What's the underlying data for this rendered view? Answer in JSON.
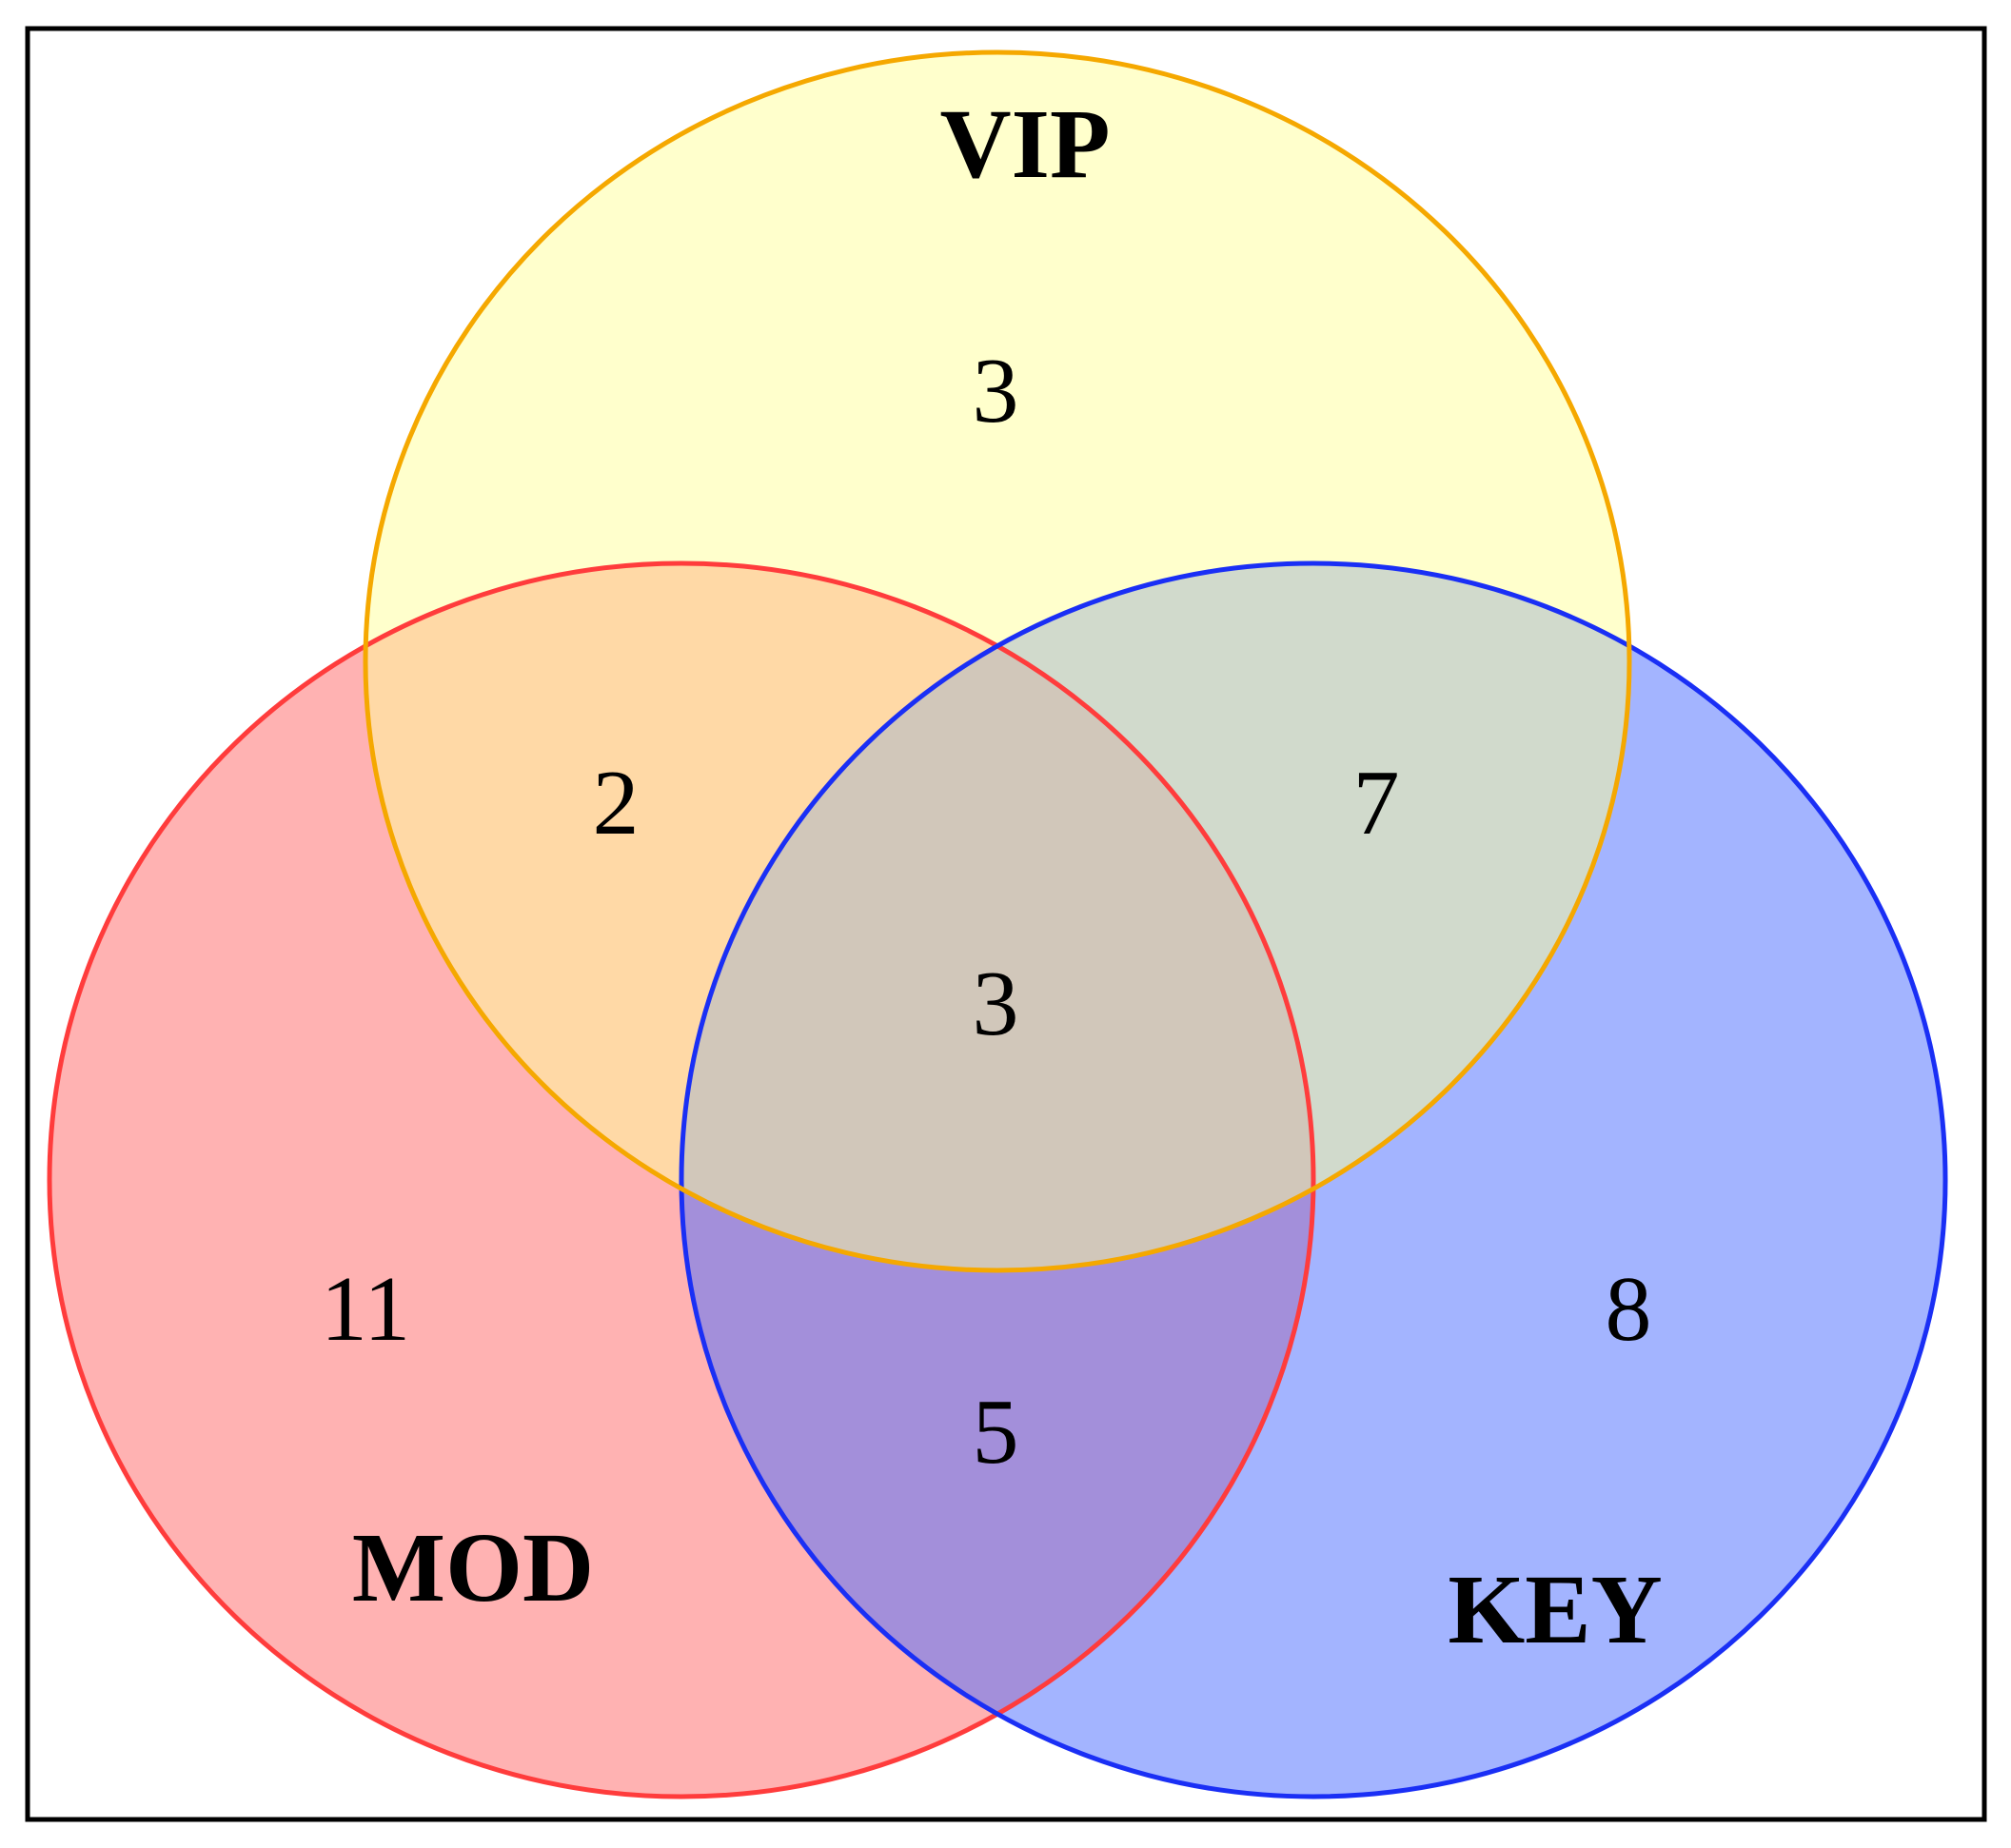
{
  "sets": [
    {
      "key": "vip",
      "name": "VIP",
      "fill": "#ffff99",
      "stroke": "#f5a800"
    },
    {
      "key": "mod",
      "name": "MOD",
      "fill": "#ff5f5f",
      "stroke": "#ff3c3c"
    },
    {
      "key": "key",
      "name": "KEY",
      "fill": "#4f6fff",
      "stroke": "#1a2ff5"
    }
  ],
  "regions": {
    "vip_only": "3",
    "mod_only": "11",
    "key_only": "8",
    "vip_mod": "2",
    "vip_key": "7",
    "mod_key": "5",
    "all_three": "3"
  }
}
